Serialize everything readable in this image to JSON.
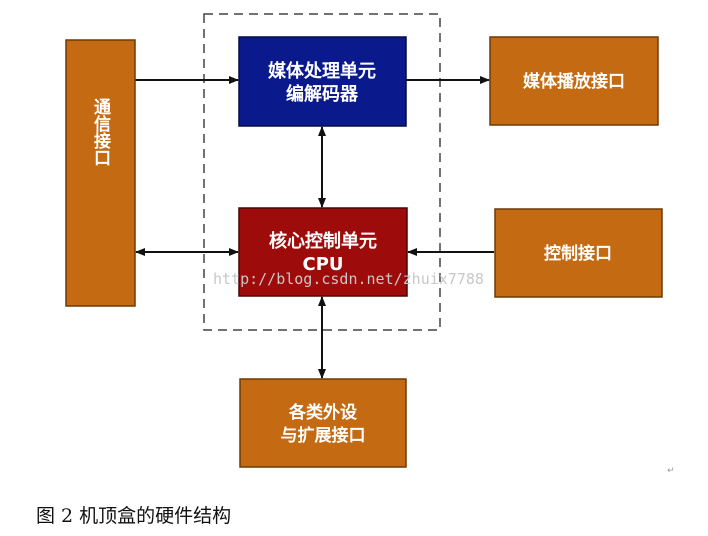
{
  "colors": {
    "orange": "#c46a12",
    "orange_border": "#6b3a05",
    "blue": "#0a1a8c",
    "red": "#9e0b0b",
    "line": "#111111",
    "dash": "#444444"
  },
  "boxes": {
    "comm": {
      "label": "通信接口"
    },
    "media_proc": {
      "line1": "媒体处理单元",
      "line2": "编解码器"
    },
    "media_play": {
      "label": "媒体播放接口"
    },
    "core": {
      "line1": "核心控制单元",
      "line2": "CPU"
    },
    "control": {
      "label": "控制接口"
    },
    "periph": {
      "line1": "各类外设",
      "line2": "与扩展接口"
    }
  },
  "watermark": "http://blog.csdn.net/zhuix7788",
  "caption": "图 2  机顶盒的硬件结构",
  "corner_mark": "↵"
}
